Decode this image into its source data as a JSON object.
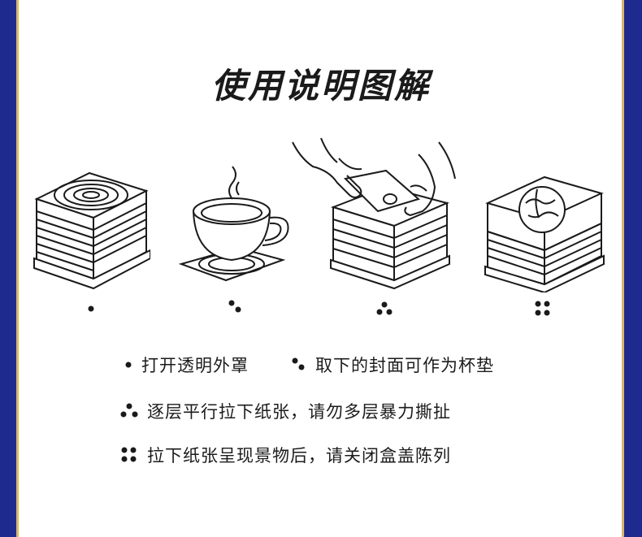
{
  "title": "使用说明图解",
  "steps": [
    {
      "marker": "one-dot",
      "text": "打开透明外罩"
    },
    {
      "marker": "two-dots",
      "text": "取下的封面可作为杯垫"
    },
    {
      "marker": "three-dots",
      "text": "逐层平行拉下纸张，请勿多层暴力撕扯"
    },
    {
      "marker": "four-dots",
      "text": "拉下纸张呈现景物后，请关闭盒盖陈列"
    }
  ],
  "colors": {
    "border": "#1f2a8f",
    "accent": "#d8b86a",
    "ink": "#1a1a1a"
  }
}
